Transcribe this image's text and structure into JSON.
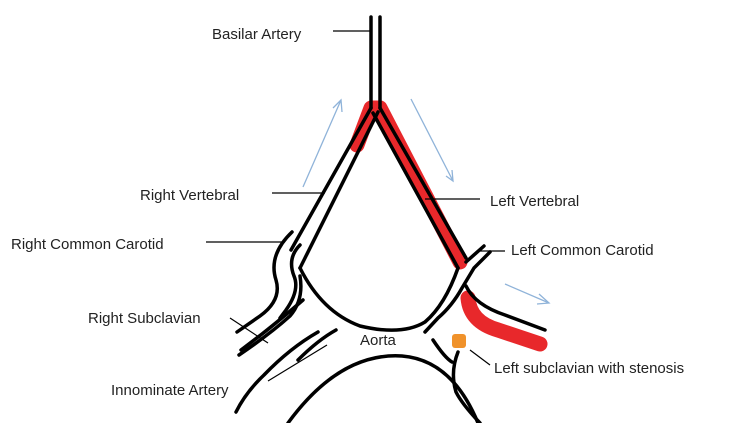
{
  "labels": {
    "basilar": "Basilar Artery",
    "right_vertebral": "Right Vertebral",
    "left_vertebral": "Left Vertebral",
    "right_common_carotid": "Right Common Carotid",
    "left_common_carotid": "Left Common Carotid",
    "right_subclavian": "Right Subclavian",
    "aorta": "Aorta",
    "innominate": "Innominate Artery",
    "left_subclavian_stenosis": "Left subclavian with stenosis"
  },
  "colors": {
    "vessel_wall": "#000000",
    "reversed_flow": "#e8282b",
    "stenosis": "#f0922b",
    "flow_arrow": "#8fb3d9",
    "text": "#222222"
  }
}
